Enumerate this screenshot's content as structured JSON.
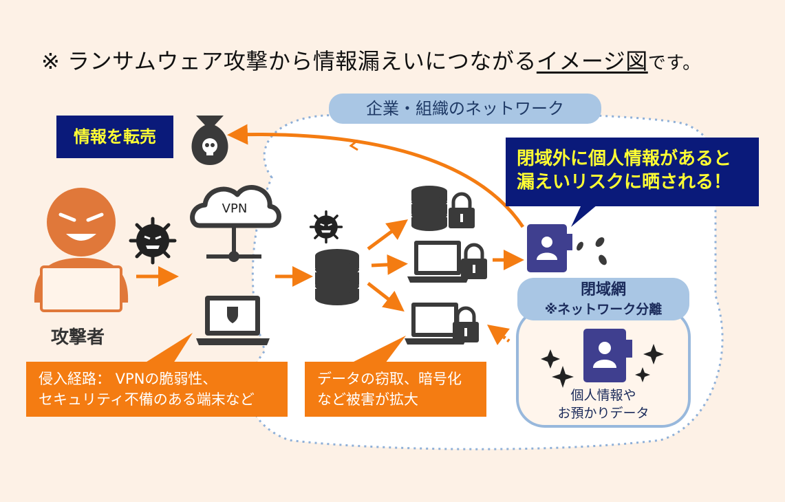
{
  "title": {
    "prefix": "※ ランサムウェア攻撃から情報漏えいにつながる",
    "underlined": "イメージ図",
    "suffix": "です。"
  },
  "network_label": "企業・組織のネットワーク",
  "resell_label": "情報を転売",
  "warning": {
    "line1": "閉域外に個人情報があると",
    "line2": "漏えいリスクに晒される！"
  },
  "attacker_label": "攻撃者",
  "vpn_label": "VPN",
  "intrusion": {
    "line1": "侵入経路： VPNの脆弱性、",
    "line2": "セキュリティ不備のある端末など"
  },
  "damage": {
    "line1": "データの窃取、暗号化",
    "line2": "など被害が拡大"
  },
  "closed_network": {
    "title": "閉域網",
    "subtitle": "※ネットワーク分離",
    "content_line1": "個人情報や",
    "content_line2": "お預かりデータ"
  },
  "colors": {
    "orange": "#f47c12",
    "navy": "#0a1a7a",
    "yellow": "#ffff33",
    "pill_blue": "#a9c6e4",
    "icon_gray": "#404040",
    "icon_purple": "#3f3f8f"
  }
}
